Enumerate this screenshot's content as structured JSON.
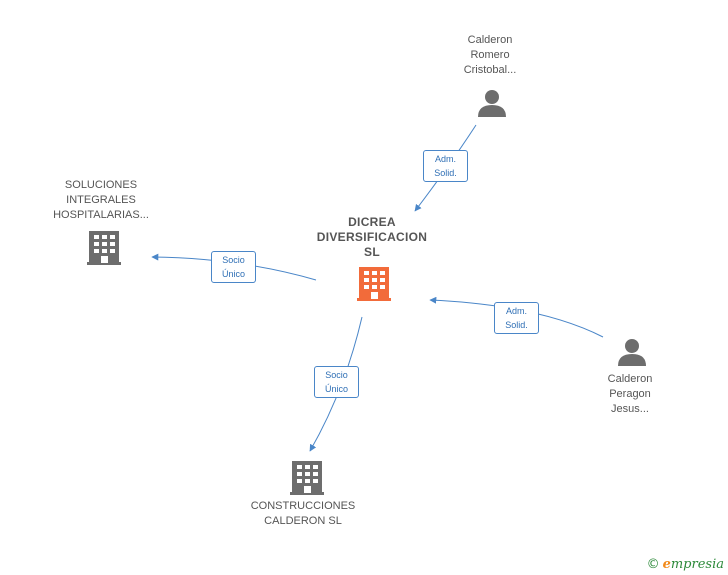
{
  "nodes": {
    "center": {
      "lines": [
        "DICREA",
        "DIVERSIFICACION",
        "SL"
      ],
      "icon": "building-icon",
      "color": "#f26b3a"
    },
    "soluciones": {
      "lines": [
        "SOLUCIONES",
        "INTEGRALES",
        "HOSPITALARIAS..."
      ],
      "icon": "building-icon",
      "color": "#6d6d6d"
    },
    "construcciones": {
      "lines": [
        "CONSTRUCCIONES",
        "CALDERON SL"
      ],
      "icon": "building-icon",
      "color": "#6d6d6d"
    },
    "calderon_romero": {
      "lines": [
        "Calderon",
        "Romero",
        "Cristobal..."
      ],
      "icon": "person-icon",
      "color": "#6d6d6d"
    },
    "calderon_peragon": {
      "lines": [
        "Calderon",
        "Peragon",
        "Jesus..."
      ],
      "icon": "person-icon",
      "color": "#6d6d6d"
    }
  },
  "edges": {
    "romero_center": {
      "lines": [
        "Adm.",
        "Solid."
      ]
    },
    "center_soluciones": {
      "lines": [
        "Socio",
        "Único"
      ]
    },
    "center_construcciones": {
      "lines": [
        "Socio",
        "Único"
      ]
    },
    "peragon_center": {
      "lines": [
        "Adm.",
        "Solid."
      ]
    }
  },
  "colors": {
    "edge": "#4a86c8",
    "label_text": "#555555"
  },
  "footer": {
    "copyright": "©",
    "brand_initial": "e",
    "brand_rest": "mpresia"
  }
}
